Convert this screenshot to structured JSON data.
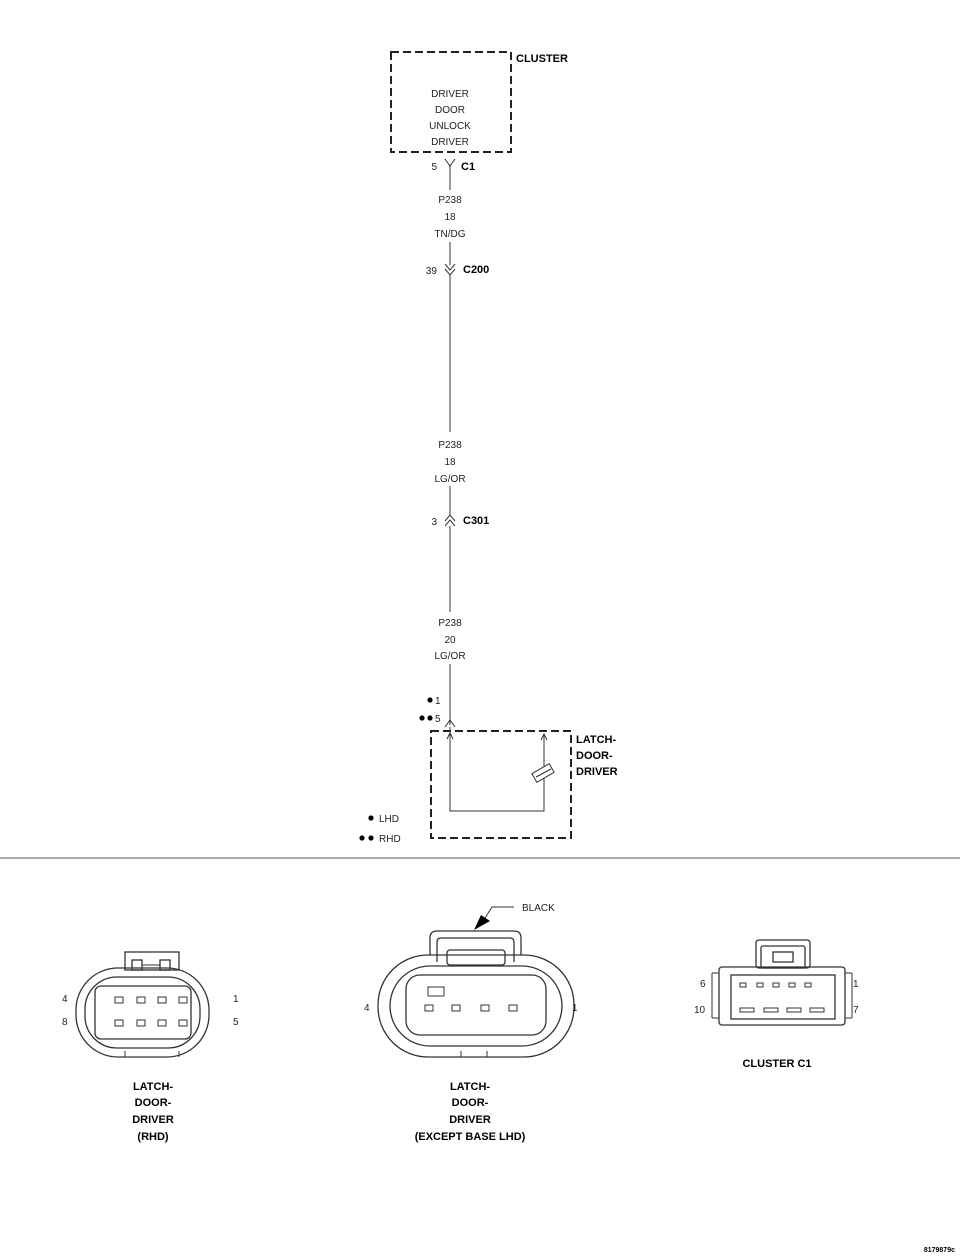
{
  "cluster": {
    "title": "CLUSTER",
    "function_lines": [
      "DRIVER",
      "DOOR",
      "UNLOCK",
      "DRIVER"
    ],
    "connector": "C1",
    "pin": "5"
  },
  "wire1": {
    "circuit": "P238",
    "gauge": "18",
    "color": "TN/DG"
  },
  "c200": {
    "name": "C200",
    "pin": "39"
  },
  "wire2": {
    "circuit": "P238",
    "gauge": "18",
    "color": "LG/OR"
  },
  "c301": {
    "name": "C301",
    "pin": "3"
  },
  "wire3": {
    "circuit": "P238",
    "gauge": "20",
    "color": "LG/OR"
  },
  "latch": {
    "title_lines": [
      "LATCH-",
      "DOOR-",
      "DRIVER"
    ],
    "pin_lhd": "1",
    "pin_rhd": "5"
  },
  "legend": {
    "lhd": "LHD",
    "rhd": "RHD"
  },
  "views": {
    "rhd": {
      "caption": [
        "LATCH-",
        "DOOR-",
        "DRIVER",
        "(RHD)"
      ],
      "pin_top_left": "4",
      "pin_top_right": "1",
      "pin_bottom_left": "8",
      "pin_bottom_right": "5"
    },
    "except_base": {
      "caption": [
        "LATCH-",
        "DOOR-",
        "DRIVER",
        "(EXCEPT BASE LHD)"
      ],
      "pin_left": "4",
      "pin_right": "1",
      "color_label": "BLACK"
    },
    "cluster_c1": {
      "caption": "CLUSTER C1",
      "pin_top_left": "6",
      "pin_top_right": "1",
      "pin_bottom_left": "10",
      "pin_bottom_right": "7"
    }
  },
  "figure_id": "8179879c"
}
